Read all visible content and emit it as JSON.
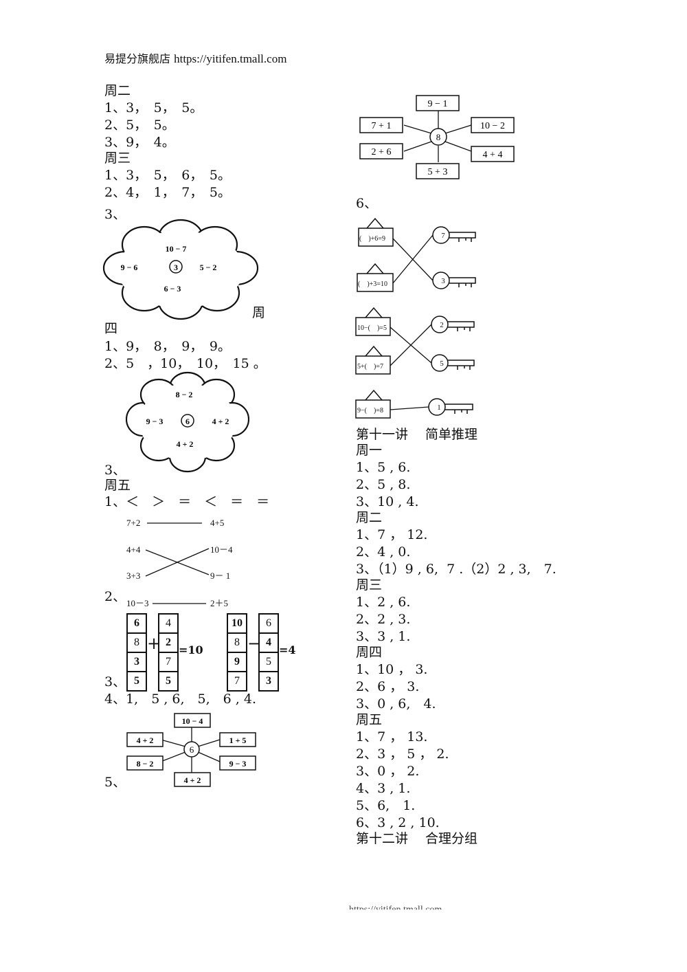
{
  "header": {
    "shop": "易提分旗舰店",
    "url": "https://yitifen.tmall.com"
  },
  "left": {
    "l01": "周二",
    "l02": "1、3，　5，　5。",
    "l03": "2、5，　5。",
    "l04": "3、9，　4。",
    "l05": "周三",
    "l06": "1、3，　5，　6，　5。",
    "l07": "2、4，　1，　7，　5。",
    "l08": "3、",
    "l09a": "周",
    "l09b": "四",
    "l10": "1、9，　8，　9，　9。",
    "l11": "2、5　，10，　10，　15 。",
    "l12": "3、",
    "l13": "周五",
    "l14": "1、＜　＞　＝　＜　＝　＝",
    "l15": "2、",
    "l16": "3、",
    "l17": "4、1,　5 , 6,　5,　6 , 4.",
    "l18": "5、"
  },
  "flower1": {
    "top": "10 − 7",
    "left": "9 − 6",
    "center": "3",
    "right": "5 − 2",
    "bottom": "6 − 3"
  },
  "flower2": {
    "top": "8 − 2",
    "left": "9 − 3",
    "center": "6",
    "right": "4 + 2",
    "bottom": "4 + 2"
  },
  "compare": {
    "r1l": "7+2",
    "r1r": "4+5",
    "r2l": "4+4",
    "r2r": "10－4",
    "r3l": "3+3",
    "r3r": "9－ 1",
    "r4l": "10－3",
    "r4r": "2＋5"
  },
  "columns": {
    "a": [
      "6",
      "8",
      "3",
      "5"
    ],
    "b": [
      "4",
      "2",
      "7",
      "5"
    ],
    "plus": "+",
    "eq1": "=10",
    "c": [
      "10",
      "8",
      "9",
      "7"
    ],
    "d": [
      "6",
      "4",
      "5",
      "3"
    ],
    "minus": "−",
    "eq2": "=4"
  },
  "star1": {
    "center": "6",
    "n": "10 − 4",
    "ne": "1 + 5",
    "se": "9 − 3",
    "s": "4 + 2",
    "sw": "8 − 2",
    "nw": "4 + 2"
  },
  "star2": {
    "center": "8",
    "n": "9 − 1",
    "ne": "10 − 2",
    "se": "4 + 4",
    "s": "5 + 3",
    "sw": "2 + 6",
    "nw": "7 + 1"
  },
  "right": {
    "r00": "6、",
    "r01": "第十一讲　 简单推理",
    "r02": "周一",
    "r03": "1、5 , 6.",
    "r04": "2、5 , 8.",
    "r05": "3、10 , 4.",
    "r06": "周二",
    "r07": "1、7 ， 12.",
    "r08": "2、4 , 0.",
    "r09": "3、（1）9 , 6,  7 .（2）2 , 3,　7.",
    "r10": "周三",
    "r11": "1、2 , 6.",
    "r12": "2、2 , 3.",
    "r13": "3、3 , 1.",
    "r14": "周四",
    "r15": "1、10 ， 3.",
    "r16": "2、6 ， 3.",
    "r17": "3、0 , 6,　4.",
    "r18": "周五",
    "r19": "1、7 ， 13.",
    "r20": "2、3 ， 5 ， 2.",
    "r21": "3、0 ， 2.",
    "r22": "4、3 , 1.",
    "r23": "5、6,　1.",
    "r24": "6、3 , 2 , 10.",
    "r25": "第十二讲　 合理分组"
  },
  "locks": {
    "b1": "(　)+6=9",
    "b2": "(　)+3=10",
    "b3": "10−(　)=5",
    "b4": "5+(　)=7",
    "b5": "9−(　)=8",
    "k1": "7",
    "k2": "3",
    "k3": "2",
    "k4": "5",
    "k5": "1"
  },
  "footer": "https://yitifen.tmall.com"
}
